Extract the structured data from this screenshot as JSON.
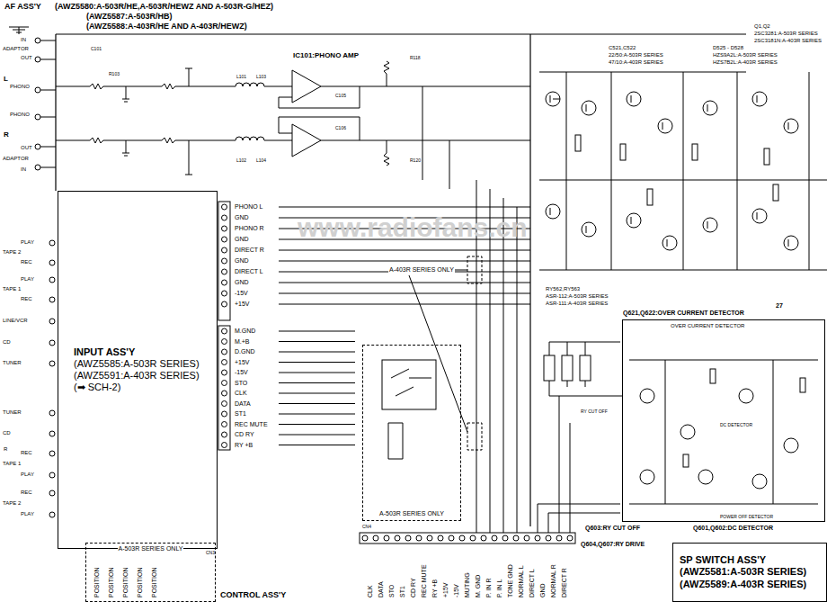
{
  "diagram": {
    "title": "AF ASS'Y",
    "nodes": [
      {
        "text": [
          "INPUT ASS'Y",
          "(AWZ5585:A-503R SERIES)",
          "(AWZ5591:A-403R SERIES)",
          "(➡ SCH-2)"
        ]
      },
      {
        "text": [
          "A-503R SERIES ONLY"
        ]
      },
      {
        "text": [
          "SP SWITCH ASS'Y",
          "(AWZ5581:A-503R SERIES)",
          "(AWZ5589:A-403R SERIES)"
        ]
      },
      {
        "text": [
          "A-503R SERIES ONLY"
        ]
      },
      {
        "text": [
          "OVER CURRENT DETECTOR"
        ]
      }
    ],
    "labels": [
      "(AWZ5580:A-503R/HE,A-503R/HEWZ AND A-503R-G/HEZ)",
      "(AWZ5587:A-503R/HB)",
      "(AWZ5588:A-403R/HE AND A-403R/HEWZ)",
      "IN",
      "ADAPTOR",
      "OUT",
      "L",
      "PHONO",
      "PHONO",
      "R",
      "OUT",
      "ADAPTOR",
      "IN",
      "IC101:PHONO AMP",
      "C101",
      "R103",
      "L101",
      "L103",
      "C105",
      "R118",
      "C106",
      "L102",
      "L104",
      "R120",
      "PHONO L",
      "GND",
      "PHONO R",
      "GND",
      "DIRECT R",
      "GND",
      "DIRECT L",
      "GND",
      "-15V",
      "+15V",
      "M.GND",
      "M.+B",
      "D.GND",
      "+15V",
      "-15V",
      "STO",
      "CLK",
      "DATA",
      "ST1",
      "REC MUTE",
      "CD RY",
      "RY +B",
      "PLAY",
      "TAPE 2",
      "REC",
      "PLAY",
      "TAPE 1",
      "REC",
      "LINE/VCR",
      "CD",
      "TUNER",
      "TUNER",
      "CD",
      "R",
      "REC",
      "TAPE 1",
      "PLAY",
      "REC",
      "TAPE 2",
      "PLAY",
      "Q1,Q2",
      "2SC3281:A-503R SERIES",
      "2SC3181N:A-403R SERIES",
      "C521,C522",
      "22/50:A-503R SERIES",
      "47/10:A-403R SERIES",
      "D525 - D528",
      "HZS9A2L:A-503R SERIES",
      "HZS7B2L:A-403R SERIES",
      "RY562,RY563",
      "ASR-112:A-503R SERIES",
      "ASR-111:A-403R SERIES",
      "27",
      "Q621,Q622:OVER CURRENT DETECTOR",
      "Q603:RY CUT OFF",
      "Q601,Q602:DC DETECTOR",
      "Q604,Q607:RY DRIVE",
      "A-403R SERIES ONLY",
      "DC DETECTOR",
      "POWER OFF DETECTOR",
      "RY CUT OFF",
      "CLK",
      "DATA",
      "STO",
      "ST1",
      "CD RY",
      "REC MUTE",
      "RY +B",
      "+15V",
      "-15V",
      "MUTING",
      "M. GND",
      "P. IN R",
      "P. IN L",
      "TONE GND",
      "NORMAL L",
      "DIRECT L",
      "GND",
      "NORMAL R",
      "DIRECT R",
      "POSITION",
      "POSITION",
      "POSITION",
      "POSITION",
      "POSITION",
      "CN3",
      "CONTROL ASS'Y",
      "www.radiofans.cn",
      "CN4"
    ]
  }
}
